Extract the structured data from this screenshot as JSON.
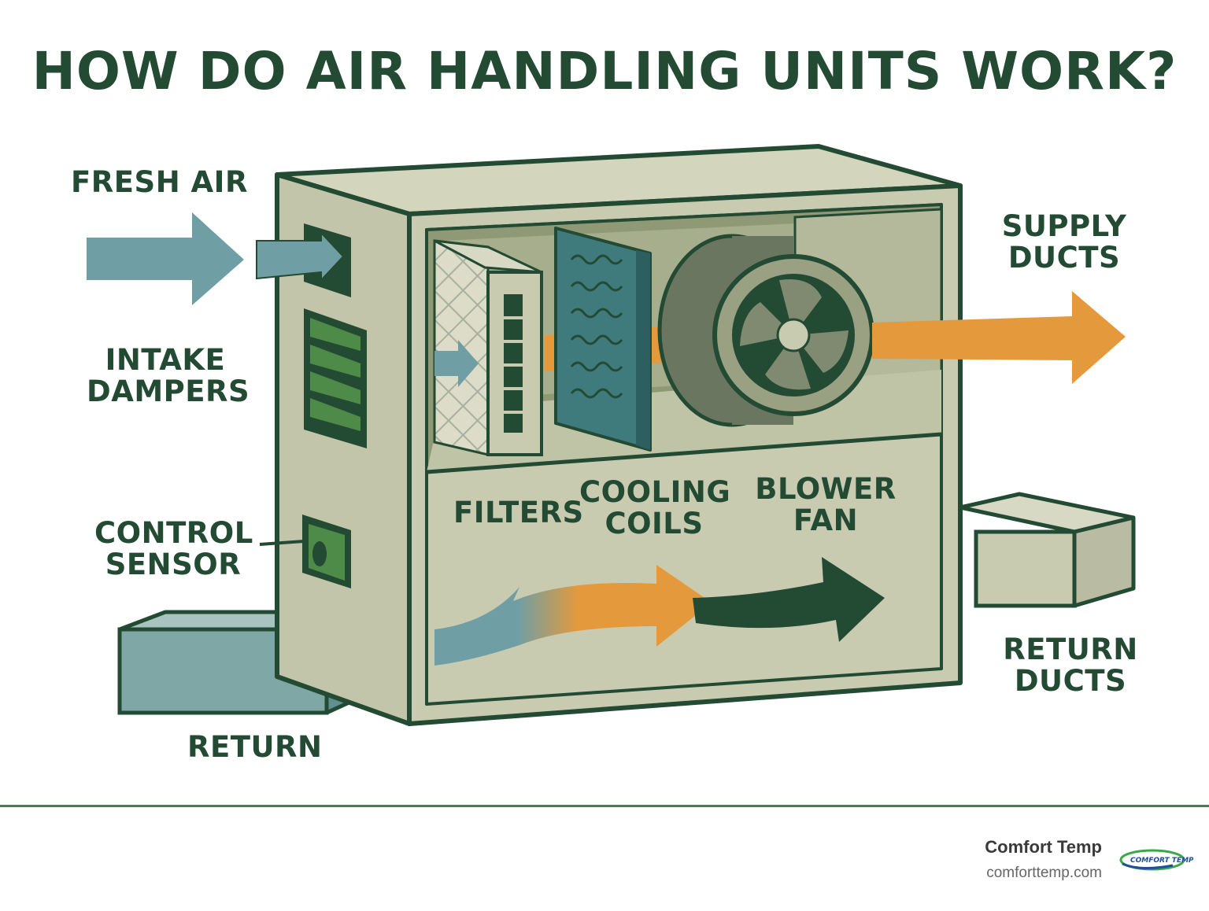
{
  "title": "HOW DO AIR HANDLING UNITS WORK?",
  "labels": {
    "fresh_air": "FRESH AIR",
    "intake_dampers": [
      "INTAKE",
      "DAMPERS"
    ],
    "control_sensor": [
      "CONTROL",
      "SENSOR"
    ],
    "return": "RETURN",
    "filters": "FILTERS",
    "cooling_coils": [
      "COOLING",
      "COILS"
    ],
    "blower_fan": [
      "BLOWER",
      "FAN"
    ],
    "supply_ducts": [
      "SUPPLY",
      "DUCTS"
    ],
    "return_ducts": [
      "RETURN",
      "DUCTS"
    ]
  },
  "footer": {
    "brand": "Comfort Temp",
    "url": "comforttemp.com",
    "logo_text": "COMFORT TEMP"
  },
  "colors": {
    "dark_green": "#234a33",
    "housing": "#c9cbb0",
    "housing_side": "#b7baa0",
    "air_blue": "#6f9fa5",
    "warm_orange": "#e49a3c",
    "damper_green": "#4e8a48",
    "coil_teal": "#3f7a7c"
  }
}
